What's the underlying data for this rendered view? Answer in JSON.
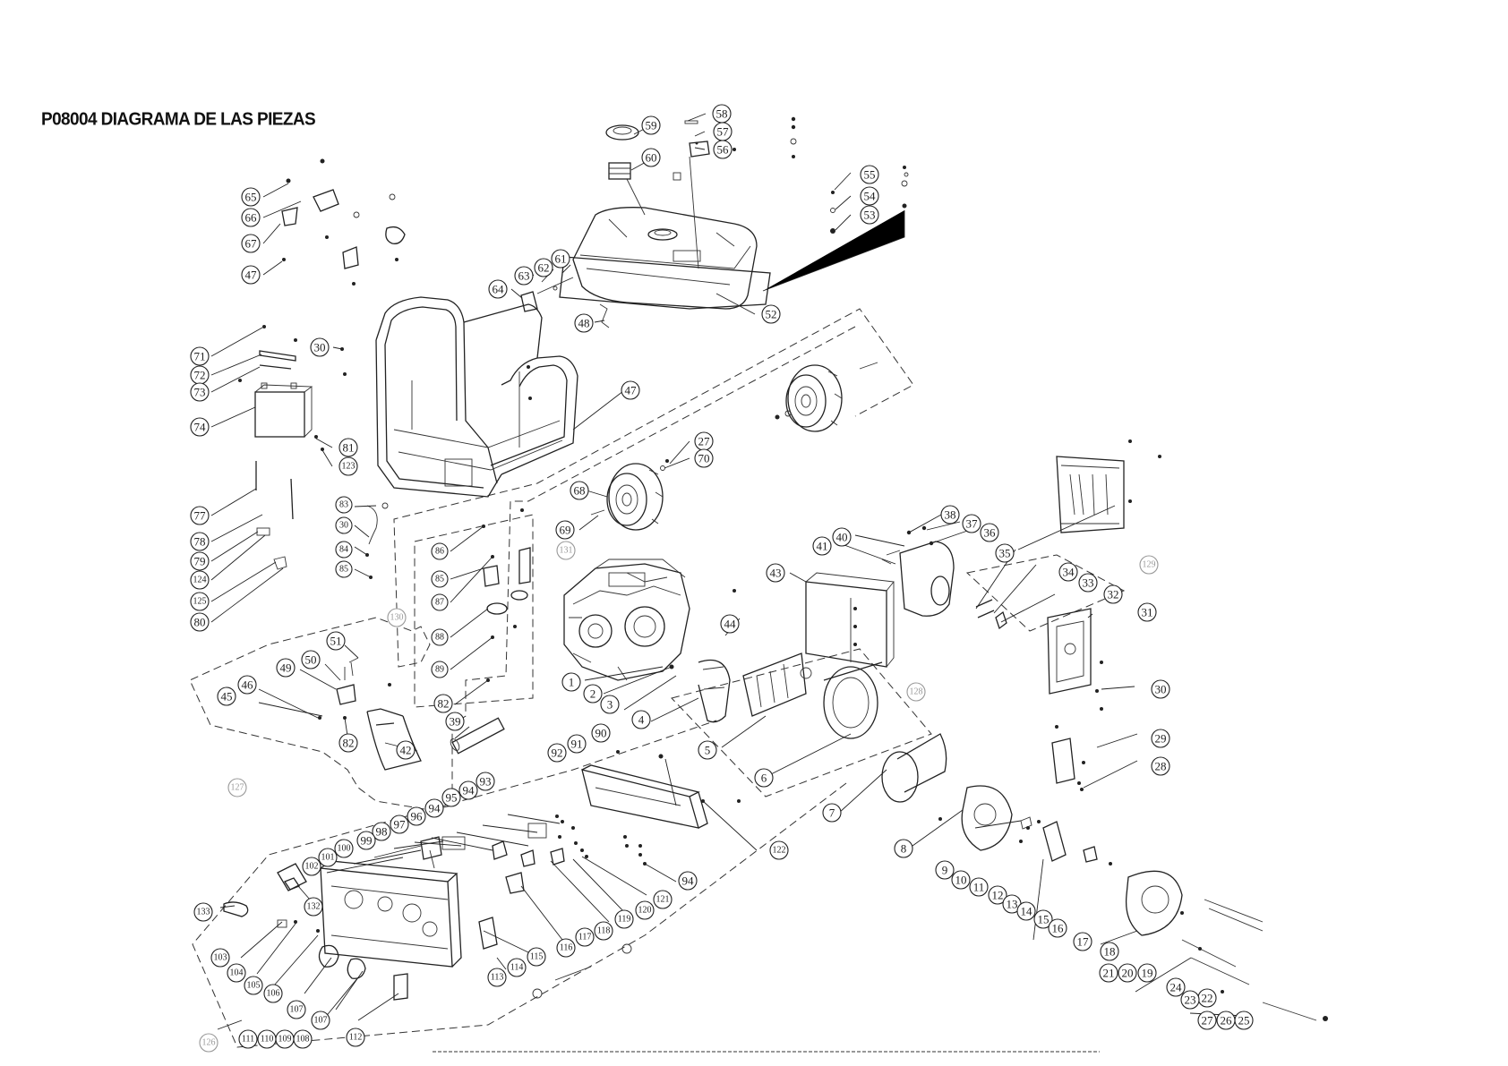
{
  "title": "P08004 DIAGRAMA DE LAS PIEZAS",
  "callouts": [
    "1",
    "2",
    "3",
    "4",
    "5",
    "6",
    "7",
    "8",
    "9",
    "10",
    "11",
    "12",
    "13",
    "14",
    "15",
    "16",
    "17",
    "18",
    "19",
    "20",
    "21",
    "22",
    "23",
    "24",
    "25",
    "26",
    "27",
    "28",
    "29",
    "30",
    "31",
    "32",
    "33",
    "34",
    "35",
    "36",
    "37",
    "38",
    "39",
    "40",
    "41",
    "42",
    "43",
    "44",
    "45",
    "46",
    "47",
    "48",
    "49",
    "50",
    "51",
    "52",
    "53",
    "54",
    "55",
    "56",
    "57",
    "58",
    "59",
    "60",
    "61",
    "62",
    "63",
    "64",
    "65",
    "66",
    "67",
    "68",
    "69",
    "70",
    "71",
    "72",
    "73",
    "74",
    "77",
    "78",
    "79",
    "80",
    "81",
    "82",
    "83",
    "84",
    "85",
    "86",
    "87",
    "88",
    "89",
    "90",
    "91",
    "92",
    "93",
    "94",
    "95",
    "96",
    "97",
    "98",
    "99",
    "100",
    "101",
    "102",
    "103",
    "104",
    "105",
    "106",
    "107",
    "108",
    "109",
    "110",
    "111",
    "112",
    "113",
    "114",
    "115",
    "116",
    "117",
    "118",
    "119",
    "120",
    "121",
    "122",
    "123",
    "124",
    "125",
    "126",
    "127",
    "128",
    "129",
    "130",
    "131",
    "133"
  ]
}
